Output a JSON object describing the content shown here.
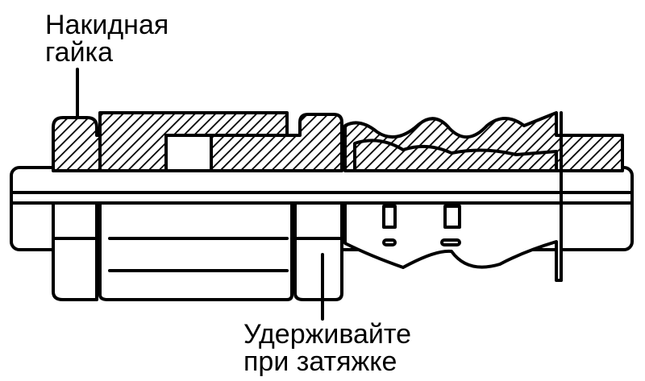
{
  "labels": {
    "union_nut": {
      "line1": "Накидная",
      "line2": "гайка"
    },
    "hold_while_tightening": {
      "line1": "Удерживайте",
      "line2": "при затяжке"
    }
  },
  "colors": {
    "ink": "#000000",
    "paper": "#ffffff"
  }
}
